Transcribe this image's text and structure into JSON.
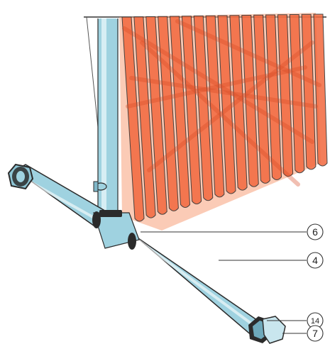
{
  "colors": {
    "radiator": "#f2683e",
    "radiator_light": "#f8a07a",
    "pipe": "#9fd2e0",
    "pipe_light": "#d7eef4",
    "pipe_dark": "#5f9fb4",
    "outline": "#2b2b2b"
  },
  "callouts": [
    {
      "id": "c6",
      "label": "6"
    },
    {
      "id": "c4",
      "label": "4"
    },
    {
      "id": "c14",
      "label": "14"
    },
    {
      "id": "c7",
      "label": "7"
    }
  ]
}
